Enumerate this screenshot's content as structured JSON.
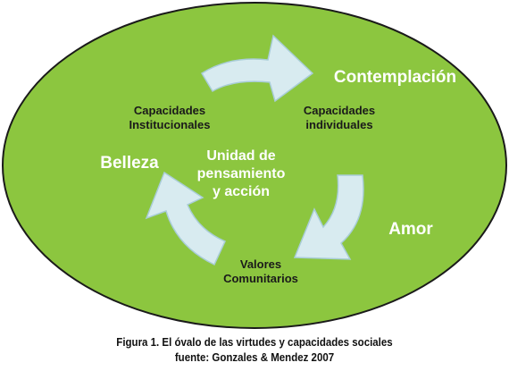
{
  "diagram": {
    "colors": {
      "oval_fill": "#8cc63f",
      "oval_stroke": "#1a1a1a",
      "arrow_fill": "#d8ebf0",
      "arrow_stroke": "#a9cdd7"
    },
    "nodes": {
      "capacidades_institucionales": "Capacidades\nInstitucionales",
      "capacidades_individuales": "Capacidades\nindividuales",
      "valores_comunitarios": "Valores\nComunitarios",
      "unidad": "Unidad de\npensamiento\ny acción"
    },
    "virtues": {
      "contemplacion": "Contemplación",
      "amor": "Amor",
      "belleza": "Belleza"
    },
    "edges": [
      {
        "from": "Capacidades Institucionales",
        "to": "Capacidades individuales"
      },
      {
        "from": "Capacidades individuales",
        "to": "Valores Comunitarios"
      },
      {
        "from": "Valores Comunitarios",
        "to": "Capacidades Institucionales"
      }
    ]
  },
  "caption": {
    "line1": "Figura 1. El óvalo de las virtudes y capacidades sociales",
    "line2": "fuente: Gonzales & Mendez 2007"
  }
}
